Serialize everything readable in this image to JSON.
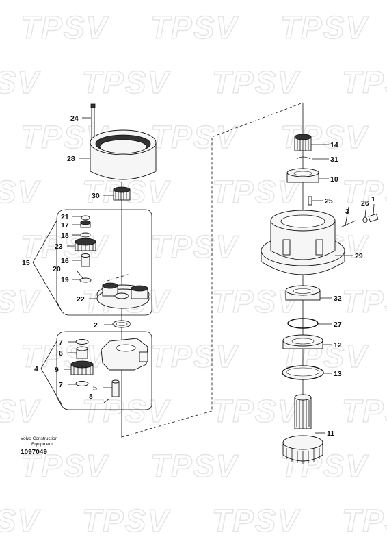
{
  "watermark": {
    "text": "TPSV"
  },
  "caption": {
    "line1": "Volvo Construction",
    "line2": "Equipment",
    "number": "1097049"
  },
  "part_labels": [
    "24",
    "28",
    "30",
    "21",
    "17",
    "18",
    "23",
    "16",
    "15",
    "20",
    "19",
    "22",
    "2",
    "7",
    "6",
    "4",
    "9",
    "7",
    "5",
    "8",
    "14",
    "31",
    "10",
    "25",
    "3",
    "26",
    "1",
    "29",
    "32",
    "27",
    "12",
    "13",
    "11"
  ]
}
